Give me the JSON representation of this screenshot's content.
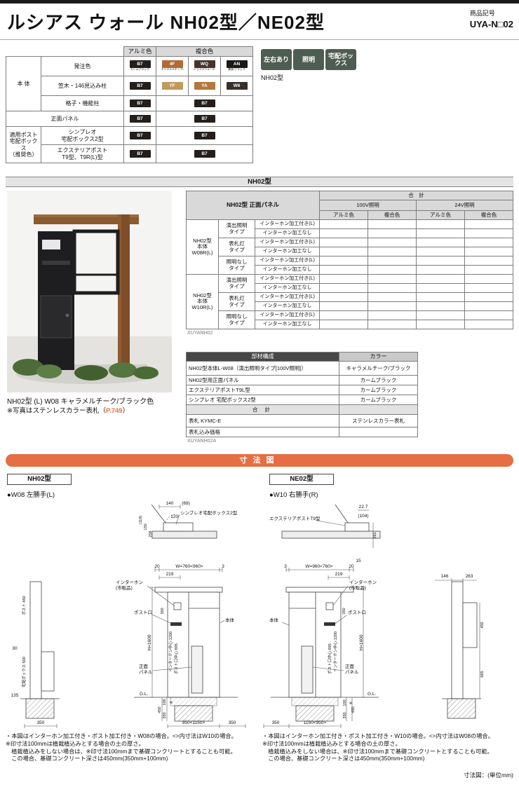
{
  "page": {
    "title": "ルシアス ウォール NH02型／NE02型",
    "product_code_label": "商品記号",
    "product_code": "UYA-N□02",
    "unit_note": "寸法図：(単位mm)"
  },
  "feature_badges": {
    "badge1": "左右あり",
    "badge2": "照明",
    "badge3": "宅配ボックス",
    "caption": "NH02型",
    "badge_color": "#4e5d51"
  },
  "color_table": {
    "headers": {
      "alumi": "アルミ色",
      "composite": "複合色"
    },
    "row_groups": {
      "body": "本 体",
      "post_group": "適用ポスト\n宅配ボックス\n（推奨色）"
    },
    "rows": {
      "order_color": "発注色",
      "kasagi": "笠木・146見込み柱",
      "koshi": "格子・機能柱",
      "front_panel": "正面パネル",
      "simpleo": "シンプレオ\n宅配ボックス2型",
      "exterior_post": "エクステリアポスト\nT9型、T9R(L)型"
    },
    "chips": {
      "b7": {
        "code": "B7",
        "bg": "#241f1c",
        "label": "カームブラック"
      },
      "f4": {
        "code": "4F",
        "bg": "#b06b36",
        "label": "キャラメルチーク/ブラック"
      },
      "wq": {
        "code": "WQ",
        "bg": "#46322a",
        "label": "ショコラウォールナット/ブラック"
      },
      "an": {
        "code": "AN",
        "bg": "#1b1815",
        "label": "桑炭/ブラック"
      },
      "yf": {
        "code": "YF",
        "bg": "#c09a5b"
      },
      "ya": {
        "code": "YA",
        "bg": "#b5773c"
      },
      "w6": {
        "code": "W6",
        "bg": "#37302a"
      }
    }
  },
  "nh02_section": {
    "bar_label": "NH02型",
    "photo_caption1": "NH02型 (L) W08 キャラメルチーク/ブラック色",
    "photo_caption2_pre": "※写真はステンレスカラー表札（",
    "photo_caption2_link": "P.749",
    "photo_caption2_post": "）",
    "table_code": "XUYANH02"
  },
  "spec_table": {
    "left_header": "NH02型 正面パネル",
    "total": "合　計",
    "v100": "100V照明",
    "v24": "24V照明",
    "alumi": "アルミ色",
    "composite": "複合色",
    "group1": "NH02型\n本体\nW08R(L)",
    "group2": "NH02型\n本体\nW10R(L)",
    "type1": "演出照明\nタイプ",
    "type2": "表札灯\nタイプ",
    "type3": "照明なし\nタイプ",
    "with_ip": "インターホン加工付き(L)",
    "without_ip": "インターホン加工なし"
  },
  "parts_table": {
    "header_left": "部材構成",
    "header_right": "カラー",
    "rows": [
      {
        "name": "NH02型本体L-W08（演出照明タイプ[100V照明]）",
        "color": "キャラメルチーク/ブラック"
      },
      {
        "name": "NH02型用正面パネル",
        "color": "カームブラック"
      },
      {
        "name": "エクステリアポストT9L型",
        "color": "カームブラック"
      },
      {
        "name": "シンプレオ 宅配ボックス2型",
        "color": "カームブラック"
      },
      {
        "name": "合 計",
        "color": ""
      },
      {
        "name": "表札 KYMC-E",
        "color": "ステンレスカラー表札"
      },
      {
        "name": "表札込み価格",
        "color": ""
      }
    ],
    "table_code": "XUYANH02A"
  },
  "dim_section": {
    "bar_label": "寸法図",
    "left_box": "NH02型",
    "right_box": "NE02型",
    "left_sub": "●W08 左勝手(L)",
    "right_sub": "●W10 右勝手(R)",
    "left": {
      "plan_label": "シンプレオ宅配ボックス2型",
      "d140": "140",
      "d69": "(69)",
      "angle": "120°",
      "d119": "(119)",
      "d150": "150",
      "d258": "258",
      "d20": "20",
      "w": "W=760<960>",
      "d3": "3",
      "d219": "219",
      "interphone1": "インターホン",
      "interphone2": "(市販品)",
      "postguchi": "ポスト口",
      "body": "本体",
      "h1600": "H=1600",
      "d350a": "350",
      "ip_center": "インターホン中心:1200",
      "post_center": "ポスト口中心:895",
      "front_panel1": "正面",
      "front_panel2": "パネル",
      "gl": "G.L.",
      "d450": "450",
      "d100": "100",
      "aster": "※",
      "d350b": "350",
      "w_bottom": "950<1150>",
      "d350c": "350",
      "side_post": "ポスト:450",
      "d30": "30",
      "side_box": "宅配ボックス:500",
      "d135": "135",
      "d350d": "350"
    },
    "right": {
      "plan_label": "エクステリアポストT9型",
      "d227": "22.7",
      "d104": "(104)",
      "d261": "261",
      "d15": "15",
      "d3": "3",
      "w": "W=960<760>",
      "d20": "20",
      "d219": "219",
      "interphone1": "インターホン",
      "interphone2": "(市販品)",
      "postguchi": "ポスト口",
      "body": "本体",
      "h1600": "H=1600",
      "d350a": "350",
      "ip_center": "インターホン中心:1200",
      "post_center": "ポスト口中心:895",
      "front_panel1": "正面",
      "front_panel2": "パネル",
      "gl": "G.L.",
      "d450": "450",
      "d100": "100",
      "aster": "※",
      "d350b": "350",
      "w_bottom": "1150<950>",
      "d350c": "350",
      "d146": "146",
      "d263": "263",
      "side_450": "450",
      "side_665": "665"
    },
    "notes_left": [
      "・本図はインターホン加工付き・ポスト加工付き・W08の場合。<>内寸法はW10の場合。",
      "※印寸法100mmは植栽植込みとする場合の土の厚さ。",
      "　植栽植込みをしない場合は、※印寸法100mmまで基礎コンクリートとすることも可能。",
      "　この場合、基礎コンクリート深さは450mm(350mm+100mm)"
    ],
    "notes_right": [
      "・本図はインターホン加工付き・ポスト加工付き・W10の場合。<>内寸法はW08の場合。",
      "※印寸法100mmは植栽植込みとする場合の土の厚さ。",
      "　植栽植込みをしない場合は、※印寸法100mmまで基礎コンクリートとすることも可能。",
      "　この場合、基礎コンクリート深さは450mm(350mm+100mm)"
    ]
  }
}
